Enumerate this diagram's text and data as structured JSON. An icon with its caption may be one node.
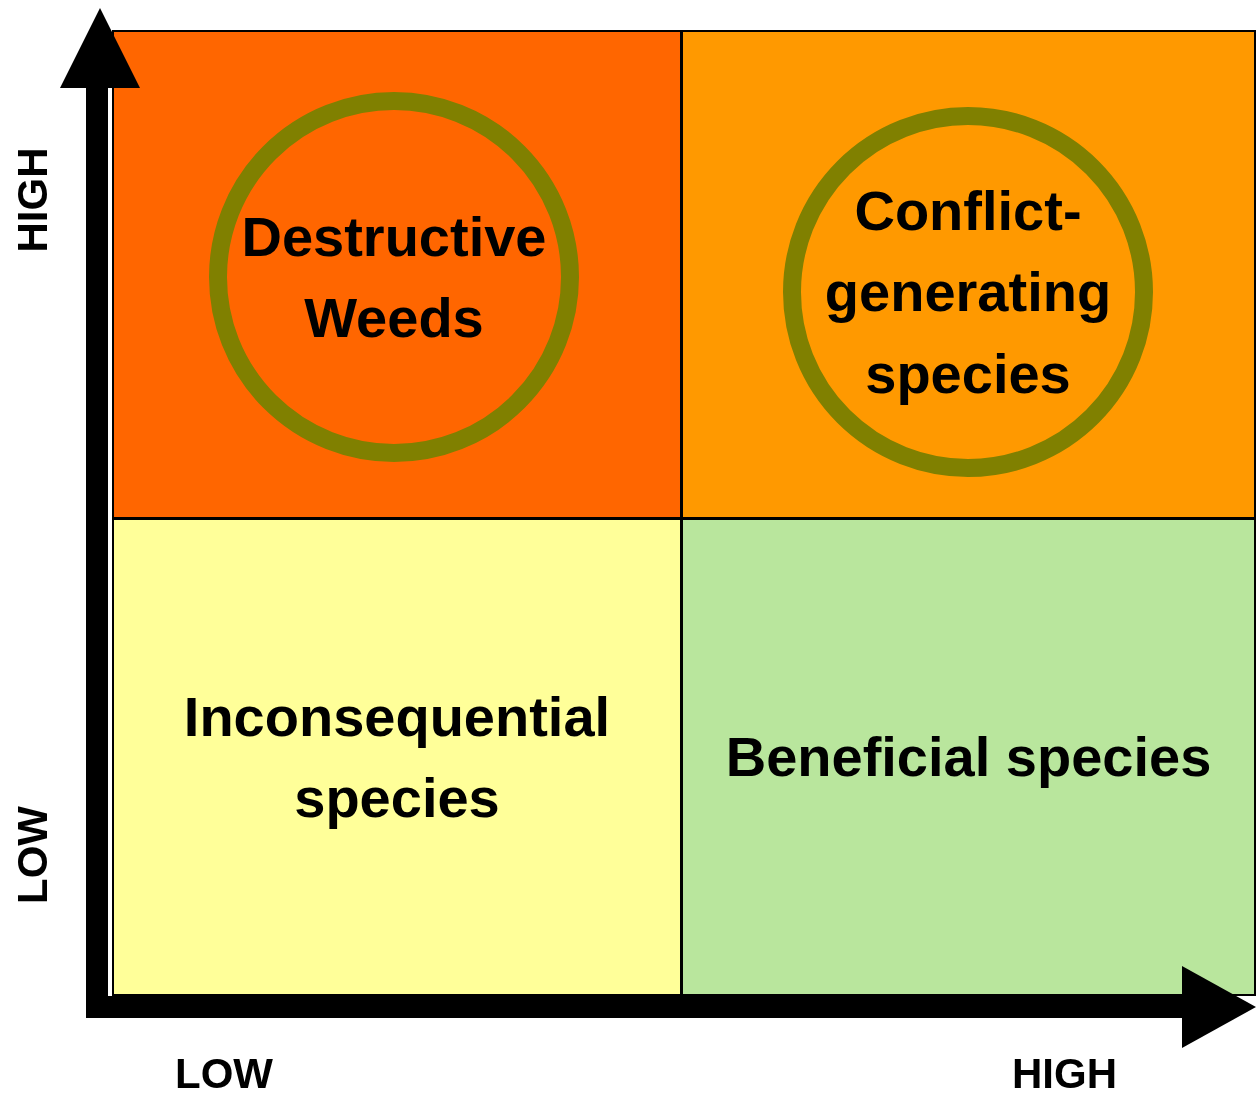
{
  "diagram": {
    "nodes": [
      {
        "text": [],
        "shape": "box"
      },
      {
        "text": [
          "Destructive Weeds"
        ],
        "in": 0
      },
      {
        "text": [],
        "shape": "box"
      },
      {
        "text": [
          "Conflict-generating species"
        ],
        "in": 2
      },
      {
        "text": [
          "Inconsequential species"
        ]
      },
      {
        "text": [
          "Beneficial species"
        ]
      }
    ],
    "labels": [
      "HIGH",
      "LOW",
      "LOW",
      "HIGH"
    ]
  }
}
